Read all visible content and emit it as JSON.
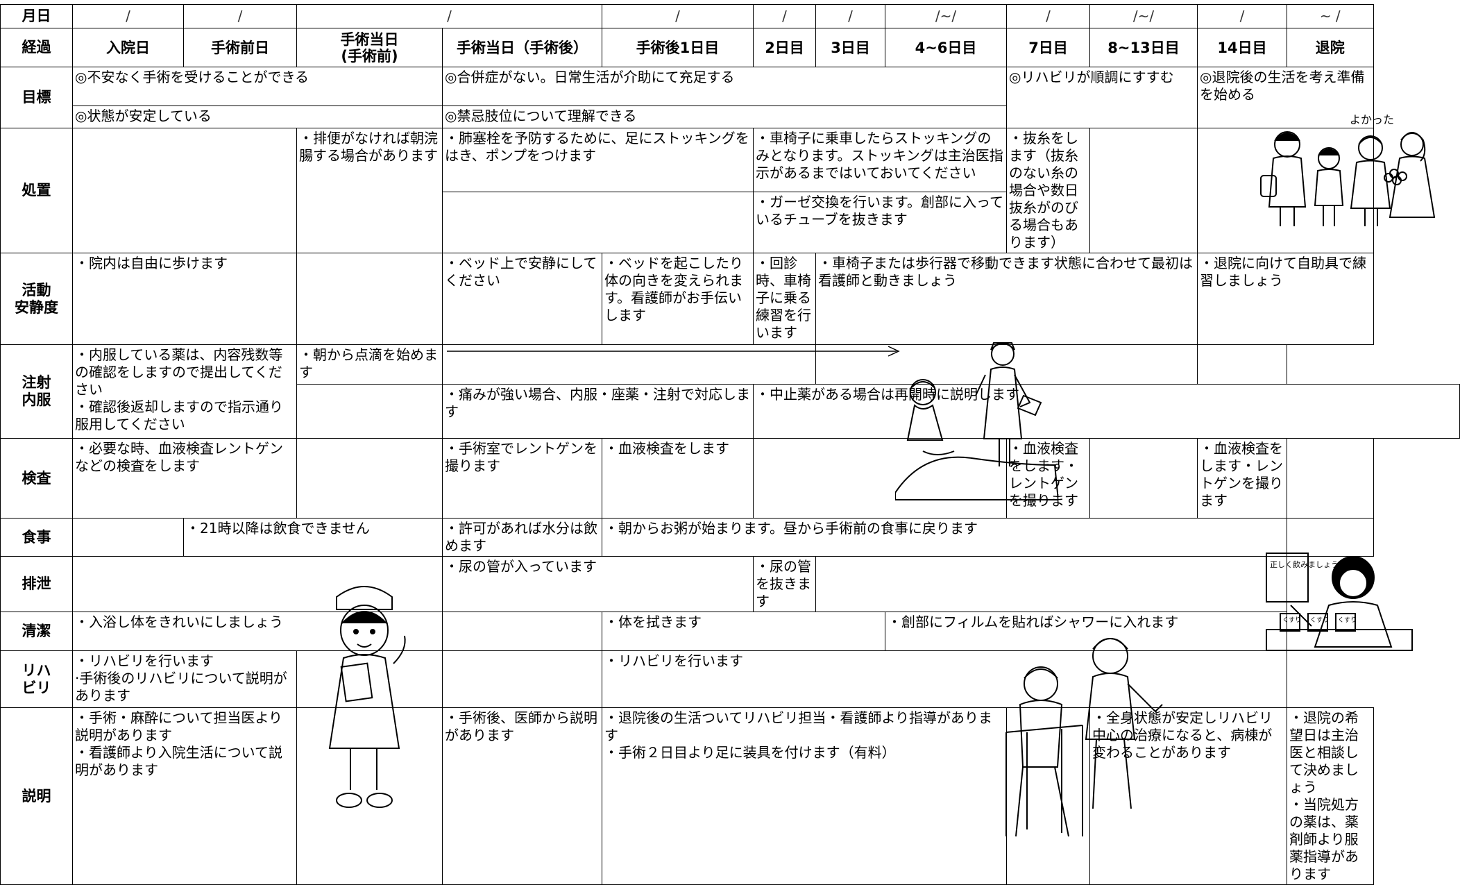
{
  "header_row": {
    "label": "月日",
    "dates": [
      "/",
      "/",
      "/",
      "/",
      "/",
      "/",
      "/~/",
      "/",
      "/~/",
      "/",
      "~ /"
    ]
  },
  "columns": {
    "label": "経過",
    "items": [
      "入院日",
      "手術前日",
      "手術当日\n(手術前)",
      "手術当日（手術後）",
      "手術後1日目",
      "2日目",
      "3日目",
      "4~6日目",
      "7日目",
      "8~13日目",
      "14日目",
      "退院"
    ]
  },
  "rows": {
    "goal": {
      "label": "目標",
      "a": "◎不安なく手術を受けることができる",
      "b": "◎状態が安定している",
      "c": "◎合併症がない。日常生活が介助にて充足する",
      "d": "◎禁忌肢位について理解できる",
      "e": "◎リハビリが順調にすすむ",
      "f": "◎退院後の生活を考え準備を始める"
    },
    "treatment": {
      "label": "処置",
      "a": "・排便がなければ朝浣腸する場合があります",
      "b": "・肺塞栓を予防するために、足にストッキングをはき、ポンプをつけます",
      "c": "・車椅子に乗車したらストッキングのみとなります。ストッキングは主治医指示があるまではいておいてください",
      "d": "・ガーゼ交換を行います。創部に入っているチューブを抜きます",
      "e": "・抜糸をします（抜糸のない糸の場合や数日抜糸がのびる場合もあります）"
    },
    "activity": {
      "label": "活動\n安静度",
      "a": "・院内は自由に歩けます",
      "b": "・ベッド上で安静にしてください",
      "c": "・ベッドを起こしたり体の向きを変えられます。看護師がお手伝いします",
      "d": "・回診時、車椅子に乗る練習を行います",
      "e": "・車椅子または歩行器で移動できます状態に合わせて最初は看護師と動きましょう",
      "f": "・退院に向けて自助具で練習しましょう"
    },
    "medicine": {
      "label": "注射\n内服",
      "a": "・内服している薬は、内容残数等の確認をしますので提出してください",
      "b": "・確認後返却しますので指示通り服用してください",
      "c": "・朝から点滴を始めます",
      "d": "・痛みが強い場合、内服・座薬・注射で対応します",
      "e": "・中止薬がある場合は再開時に説明します"
    },
    "exam": {
      "label": "検査",
      "a": "・必要な時、血液検査レントゲンなどの検査をします",
      "b": "・手術室でレントゲンを撮ります",
      "c": "・血液検査をします",
      "d": "・血液検査をします・レントゲンを撮ります",
      "e": "・血液検査をします・レントゲンを撮ります"
    },
    "meal": {
      "label": "食事",
      "a": "・21時以降は飲食できません",
      "b": "・許可があれば水分は飲めます",
      "c": "・朝からお粥が始まります。昼から手術前の食事に戻ります"
    },
    "excretion": {
      "label": "排泄",
      "a": "・尿の管が入っています",
      "b": "・尿の管を抜きます"
    },
    "hygiene": {
      "label": "清潔",
      "a": "・入浴し体をきれいにしましょう",
      "b": "・体を拭きます",
      "c": "・創部にフィルムを貼ればシャワーに入れます"
    },
    "rehab": {
      "label": "リハ\nビリ",
      "a": "・リハビリを行います",
      "b": "·手術後のリハビリについて説明があります",
      "c": "・リハビリを行います"
    },
    "explanation": {
      "label": "説明",
      "a": "・手術・麻酔について担当医より説明があります",
      "b": "・看護師より入院生活について説明があります",
      "c": "・手術後、医師から説明があります",
      "d": "・退院後の生活ついてリハビリ担当・看護師より指導があります",
      "e": "・手術２日目より足に装具を付けます（有料）",
      "f": "・全身状態が安定しリハビリ中心の治療になると、病棟が変わることがあります",
      "g": "・退院の希望日は主治医と相談して決めましょう",
      "h": "・当院処方の薬は、薬剤師より服薬指導があります"
    }
  },
  "illustrations": {
    "happy_family_caption": "よかった",
    "pharmacist_poster": "正しく飲みましょう",
    "medicine_box_label": "くすり"
  }
}
